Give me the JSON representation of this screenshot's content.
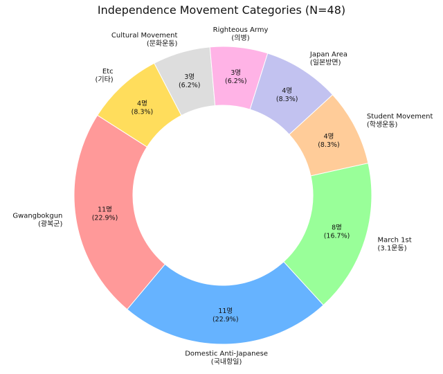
{
  "chart_data": {
    "type": "pie",
    "donut": true,
    "title": "Independence Movement Categories (N=48)",
    "total": 48,
    "slices": [
      {
        "label": "Cultural Movement",
        "label_ko": "(문화운동)",
        "value": 3,
        "count_text": "3명",
        "pct_text": "(6.2%)",
        "color": "#dddddd"
      },
      {
        "label": "Etc",
        "label_ko": "(기타)",
        "value": 4,
        "count_text": "4명",
        "pct_text": "(8.3%)",
        "color": "#ffdd5c"
      },
      {
        "label": "Gwangbokgun",
        "label_ko": "(광복군)",
        "value": 11,
        "count_text": "11명",
        "pct_text": "(22.9%)",
        "color": "#ff9999"
      },
      {
        "label": "Domestic Anti-Japanese",
        "label_ko": "(국내항일)",
        "value": 11,
        "count_text": "11명",
        "pct_text": "(22.9%)",
        "color": "#66b3ff"
      },
      {
        "label": "March 1st",
        "label_ko": "(3.1운동)",
        "value": 8,
        "count_text": "8명",
        "pct_text": "(16.7%)",
        "color": "#99ff99"
      },
      {
        "label": "Student Movement",
        "label_ko": "(학생운동)",
        "value": 4,
        "count_text": "4명",
        "pct_text": "(8.3%)",
        "color": "#ffcc99"
      },
      {
        "label": "Japan Area",
        "label_ko": "(일본방면)",
        "value": 4,
        "count_text": "4명",
        "pct_text": "(8.3%)",
        "color": "#c2c2f0"
      },
      {
        "label": "Righteous Army",
        "label_ko": "(의병)",
        "value": 3,
        "count_text": "3명",
        "pct_text": "(6.2%)",
        "color": "#ffb3e6"
      }
    ]
  }
}
